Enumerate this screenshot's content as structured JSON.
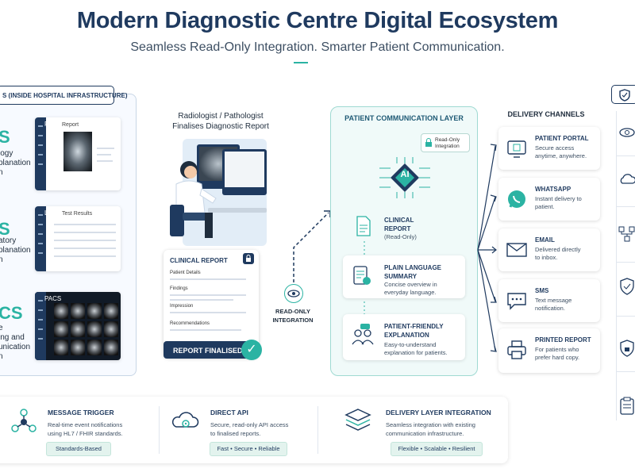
{
  "title": "Modern Diagnostic Centre Digital Ecosystem",
  "subtitle": "Seamless Read-Only Integration. Smarter Patient Communication.",
  "left": {
    "header": "S (INSIDE HOSPITAL INFRASTRUCTURE)",
    "systems": [
      {
        "letter": "S",
        "desc": [
          "logy",
          "planation",
          "n"
        ],
        "card_label": "RIS",
        "card_sub": "Report",
        "icon": "ris-screen"
      },
      {
        "letter": "S",
        "desc": [
          "atory",
          "planation",
          "n"
        ],
        "card_label": "LIS",
        "card_sub": "Test Results",
        "icon": "lis-screen"
      },
      {
        "letter": "CS",
        "desc": [
          "e",
          "ing and",
          "unication",
          "n"
        ],
        "card_label": "PACS",
        "card_sub": "",
        "icon": "pacs-screen"
      }
    ]
  },
  "radiologist": {
    "title_line1": "Radiologist / Pathologist",
    "title_line2": "Finalises Diagnostic Report",
    "report": {
      "heading": "CLINICAL REPORT",
      "fields": [
        "Patient Details",
        "Findings",
        "Impression",
        "Recommendations"
      ],
      "status": "REPORT FINALISED"
    }
  },
  "integration": {
    "label_line1": "READ-ONLY",
    "label_line2": "INTEGRATION"
  },
  "pcl": {
    "title": "PATIENT COMMUNICATION LAYER",
    "badge_line1": "Read-Only",
    "badge_line2": "Integration",
    "chip_label": "AI",
    "clinical": {
      "t1": "CLINICAL",
      "t2": "REPORT",
      "t3": "(Read-Only)"
    },
    "plain": {
      "t1": "PLAIN LANGUAGE",
      "t2": "SUMMARY",
      "d1": "Concise overview in",
      "d2": "everyday language."
    },
    "friendly": {
      "t1": "PATIENT-FRIENDLY",
      "t2": "EXPLANATION",
      "d1": "Easy-to-understand",
      "d2": "explanation for patients."
    }
  },
  "delivery": {
    "title": "DELIVERY CHANNELS",
    "channels": [
      {
        "title": "PATIENT PORTAL",
        "d1": "Secure access",
        "d2": "anytime, anywhere.",
        "icon": "portal-icon"
      },
      {
        "title": "WHATSAPP",
        "d1": "Instant delivery to",
        "d2": "patient.",
        "icon": "whatsapp-icon"
      },
      {
        "title": "EMAIL",
        "d1": "Delivered directly",
        "d2": "to inbox.",
        "icon": "email-icon"
      },
      {
        "title": "SMS",
        "d1": "Text message",
        "d2": "notification.",
        "icon": "sms-icon"
      },
      {
        "title": "PRINTED REPORT",
        "d1": "For patients who",
        "d2": "prefer hard copy.",
        "icon": "printer-icon"
      }
    ]
  },
  "bottom": [
    {
      "title": "MESSAGE TRIGGER",
      "d1": "Real-time event notifications",
      "d2": "using HL7 / FHIR standards.",
      "tag": "Standards-Based",
      "icon": "network-icon"
    },
    {
      "title": "DIRECT API",
      "d1": "Secure, read-only API access",
      "d2": "to finalised reports.",
      "tag": "Fast • Secure • Reliable",
      "icon": "cloud-gear-icon"
    },
    {
      "title": "DELIVERY LAYER INTEGRATION",
      "d1": "Seamless integration with existing",
      "d2": "communication infrastructure.",
      "tag": "Flexible • Scalable • Resilient",
      "icon": "layers-icon"
    }
  ],
  "colors": {
    "navy": "#1f3a5f",
    "teal": "#2bb3a3",
    "light_teal": "#f0faf9",
    "panel_border": "#c8d6e6"
  }
}
